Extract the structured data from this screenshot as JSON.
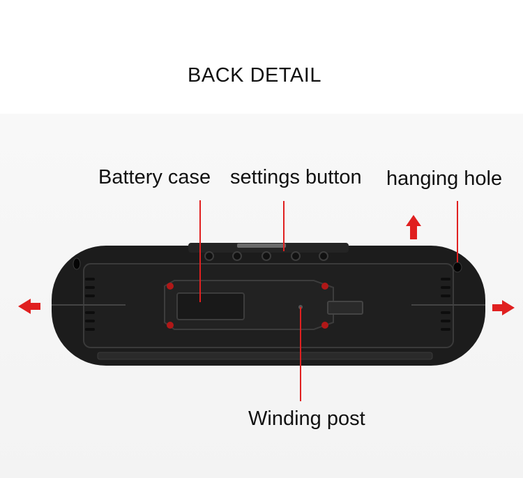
{
  "title": "BACK DETAIL",
  "labels": {
    "battery_case": "Battery case",
    "settings_button": "settings button",
    "hanging_hole": "hanging hole",
    "winding_post": "Winding post"
  },
  "colors": {
    "accent": "#e02020",
    "device": "#1c1c1c",
    "background": "#f6f6f6"
  }
}
